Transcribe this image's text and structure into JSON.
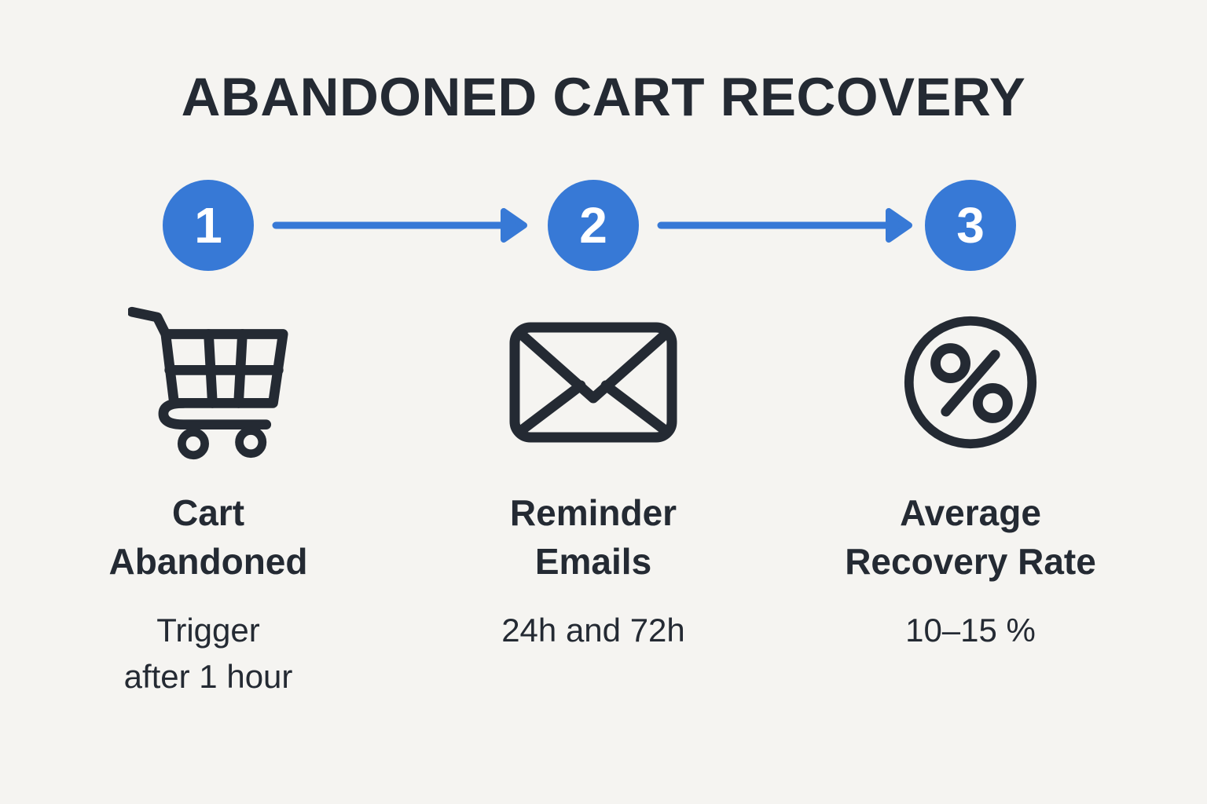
{
  "colors": {
    "background": "#f5f4f1",
    "accent": "#3779d6",
    "ink": "#242a33"
  },
  "title": "ABANDONED CART RECOVERY",
  "steps": [
    {
      "number": "1",
      "icon": "shopping-cart",
      "label_lines": [
        "Cart",
        "Abandoned"
      ],
      "sub_lines": [
        "Trigger",
        "after 1 hour"
      ]
    },
    {
      "number": "2",
      "icon": "envelope",
      "label_lines": [
        "Reminder",
        "Emails"
      ],
      "sub_lines": [
        "24h and 72h"
      ]
    },
    {
      "number": "3",
      "icon": "percent-circle",
      "label_lines": [
        "Average",
        "Recovery Rate"
      ],
      "sub_lines": [
        "10–15 %"
      ]
    }
  ]
}
